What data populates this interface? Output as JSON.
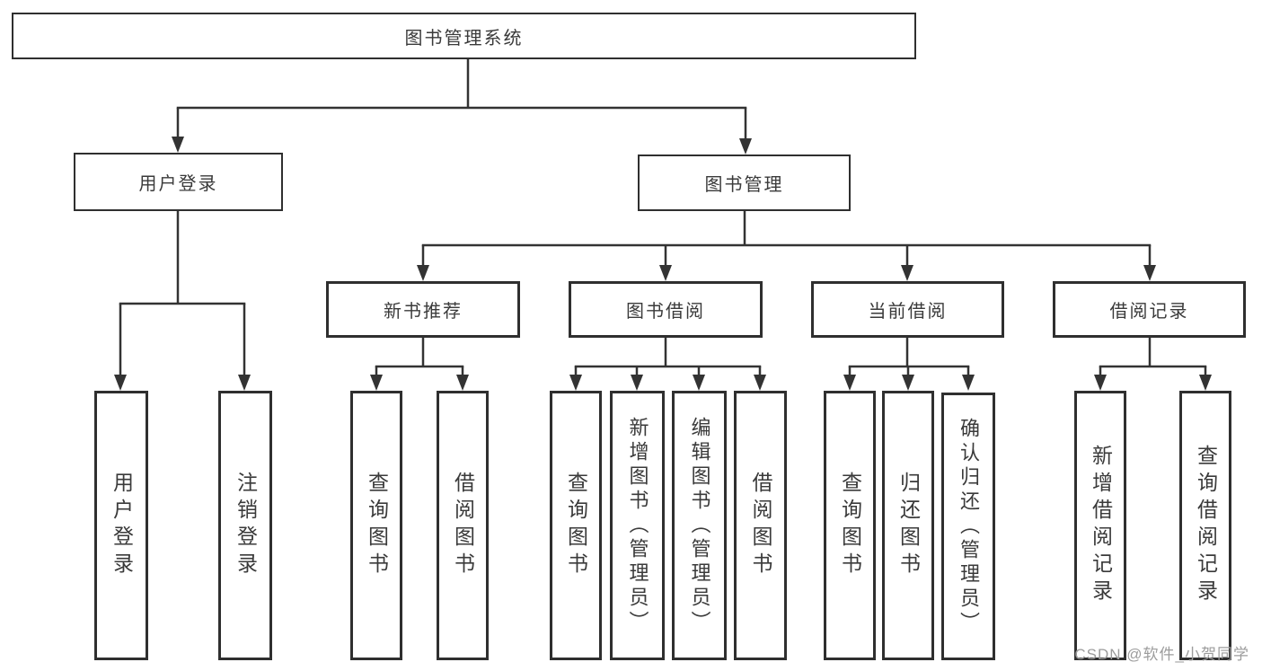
{
  "diagram": {
    "title": "图书管理系统",
    "level2": {
      "user_login": "用户登录",
      "book_mgmt": "图书管理"
    },
    "level3": {
      "new_books": "新书推荐",
      "book_borrow": "图书借阅",
      "current_borrow": "当前借阅",
      "borrow_records": "借阅记录"
    },
    "leaves": {
      "user_login_children": [
        "用户登录",
        "注销登录"
      ],
      "new_books_children": [
        "查询图书",
        "借阅图书"
      ],
      "book_borrow_children": [
        "查询图书",
        "新增图书（管理员）",
        "编辑图书（管理员）",
        "借阅图书"
      ],
      "current_borrow_children": [
        "查询图书",
        "归还图书",
        "确认归还（管理员）"
      ],
      "borrow_records_children": [
        "新增借阅记录",
        "查询借阅记录"
      ]
    },
    "colors": {
      "line": "#333333",
      "box_border": "#2f2f2f",
      "text": "#3a3a3a",
      "background": "#ffffff",
      "watermark": "#9c9c9c"
    }
  },
  "watermark": "CSDN @软件_小贺同学"
}
